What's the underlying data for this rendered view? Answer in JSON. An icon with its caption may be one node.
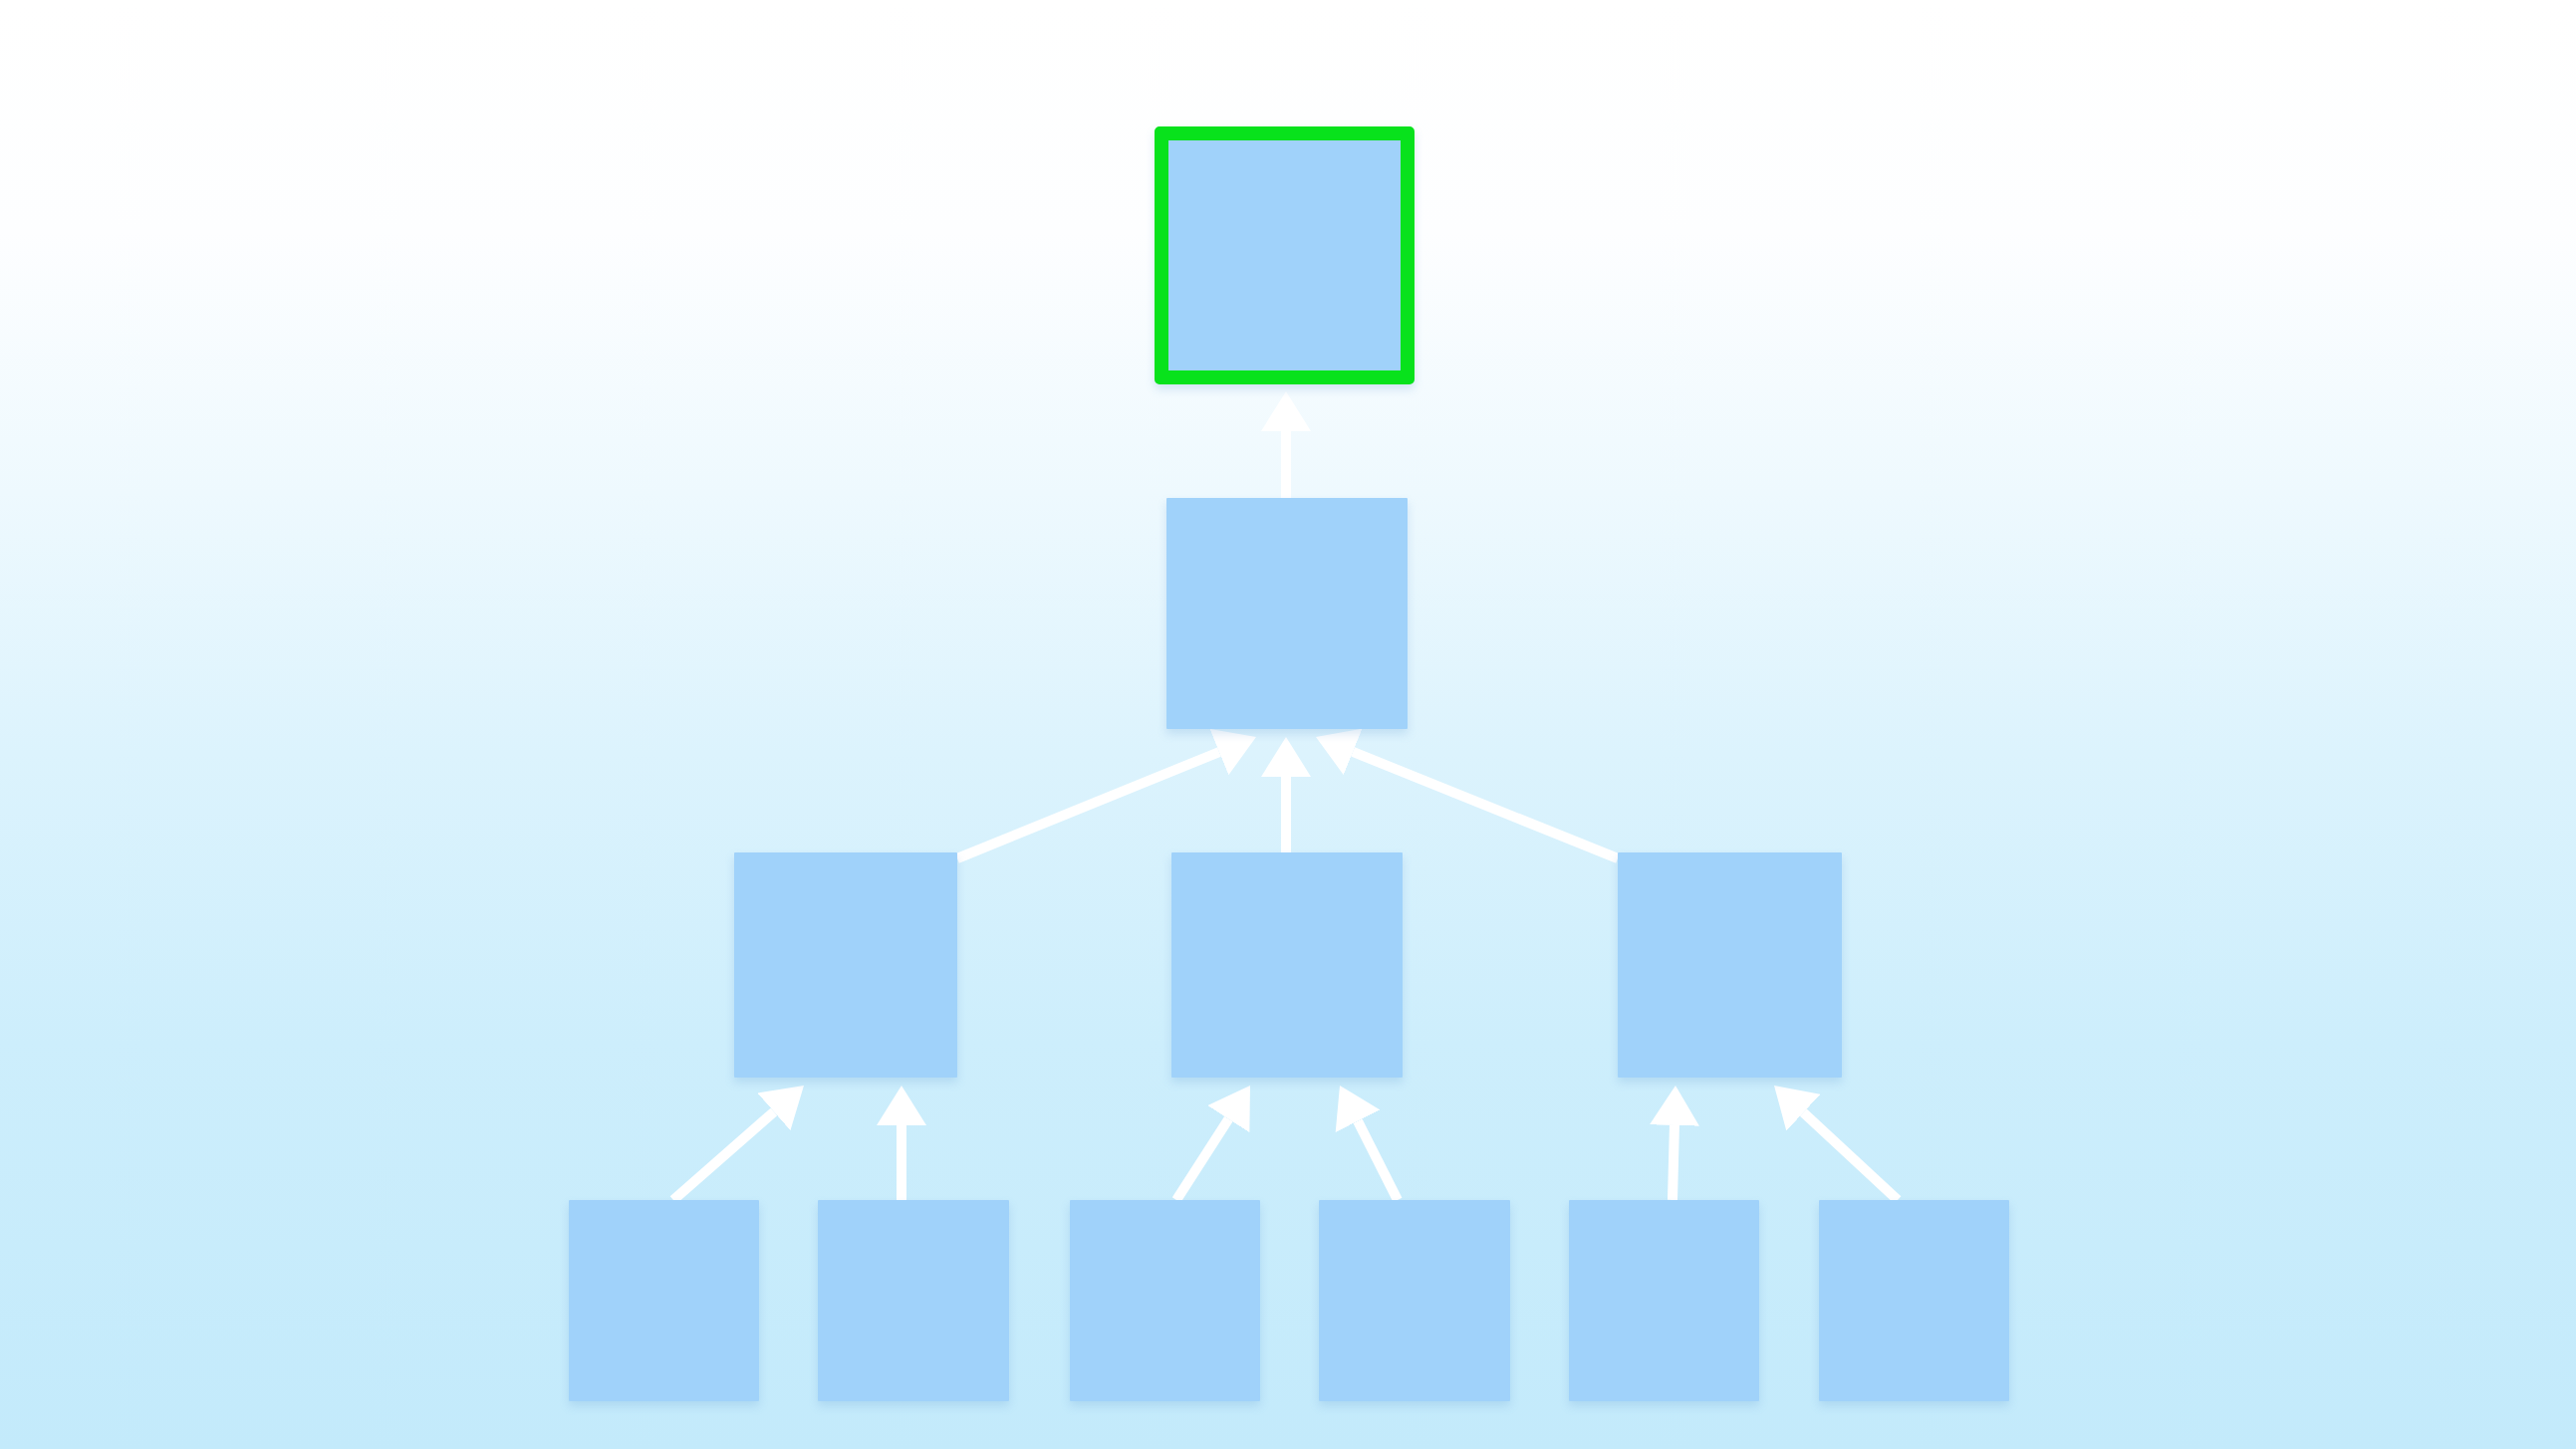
{
  "diagram": {
    "nodes": [
      {
        "text": [],
        "shape": "box"
      },
      {
        "text": [],
        "shape": "box"
      },
      {
        "text": [],
        "shape": "box"
      },
      {
        "text": [],
        "shape": "box"
      },
      {
        "text": [],
        "shape": "box"
      },
      {
        "text": [],
        "shape": "box"
      },
      {
        "text": [],
        "shape": "box"
      },
      {
        "text": [],
        "shape": "box"
      },
      {
        "text": [],
        "shape": "box"
      },
      {
        "text": [],
        "shape": "box"
      },
      {
        "text": [],
        "shape": "box"
      }
    ],
    "edges": [
      {
        "from": 1,
        "to": 0,
        "arrow": "to"
      },
      {
        "from": 2,
        "to": 1,
        "arrow": "to"
      },
      {
        "from": 3,
        "to": 1,
        "arrow": "to"
      },
      {
        "from": 4,
        "to": 1,
        "arrow": "to"
      },
      {
        "from": 5,
        "to": 2,
        "arrow": "to"
      },
      {
        "from": 6,
        "to": 2,
        "arrow": "to"
      },
      {
        "from": 7,
        "to": 3,
        "arrow": "to"
      },
      {
        "from": 8,
        "to": 3,
        "arrow": "to"
      },
      {
        "from": 9,
        "to": 4,
        "arrow": "to"
      },
      {
        "from": 10,
        "to": 4,
        "arrow": "to"
      }
    ]
  }
}
